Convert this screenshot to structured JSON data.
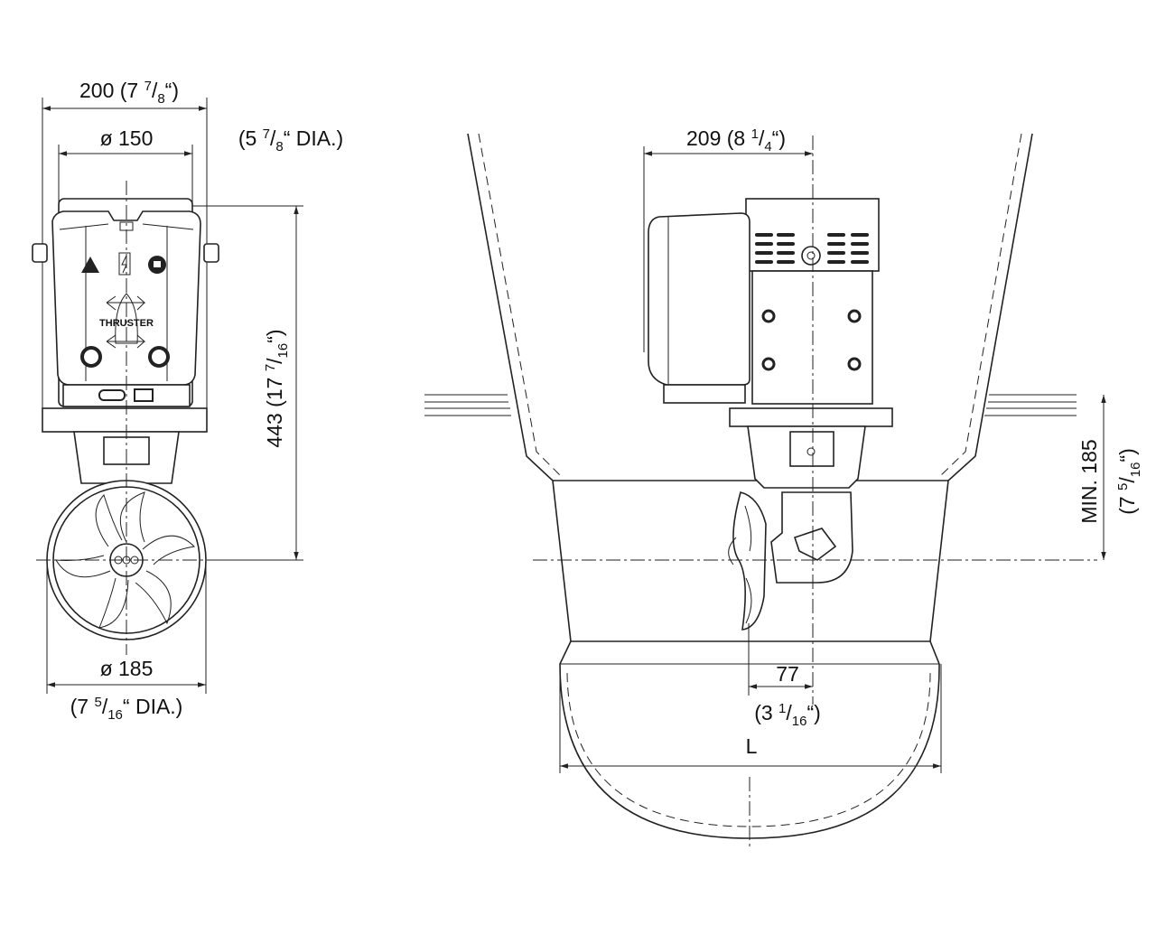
{
  "side_view": {
    "overall_width": {
      "pre": "200 (7 ",
      "num": "7",
      "den": "8",
      "post": "“)"
    },
    "motor_diameter": {
      "text": "ø 150"
    },
    "motor_diameter_in": {
      "pre": "(5 ",
      "num": "7",
      "den": "8",
      "post": "“ DIA.)"
    },
    "height": {
      "pre": "443 (17 ",
      "num": "7",
      "den": "16",
      "post": "“)"
    },
    "tunnel_diameter": {
      "text": "ø 185"
    },
    "tunnel_diameter_in": {
      "pre": "(7 ",
      "num": "5",
      "den": "16",
      "post": "“ DIA.)"
    },
    "logo_text": "THRUSTER"
  },
  "front_view": {
    "motor_width": {
      "pre": "209 (8 ",
      "num": "1",
      "den": "4",
      "post": "“)"
    },
    "min_depth": {
      "text": "MIN. 185"
    },
    "min_depth_in": {
      "pre": "(7 ",
      "num": "5",
      "den": "16",
      "post": "“)"
    },
    "prop_offset": {
      "text": "77"
    },
    "prop_offset_in": {
      "pre": "(3 ",
      "num": "1",
      "den": "16",
      "post": "“)"
    },
    "tunnel_length": {
      "text": "L"
    }
  }
}
